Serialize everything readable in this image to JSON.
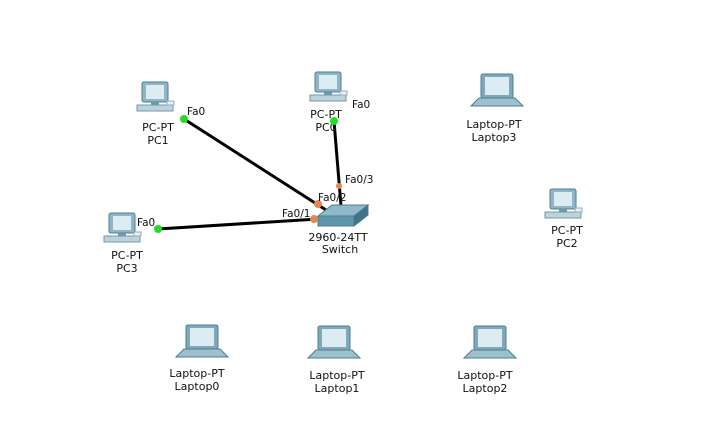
{
  "colors": {
    "link": "#000000",
    "port_up": "#22dd22",
    "port_switch": "#e08850",
    "device": "#6fa3b8"
  },
  "devices": {
    "pc1": {
      "model": "PC-PT",
      "name": "PC1",
      "port": "Fa0"
    },
    "pc0": {
      "model": "PC-PT",
      "name": "PC0",
      "port": "Fa0"
    },
    "pc3": {
      "model": "PC-PT",
      "name": "PC3",
      "port": "Fa0"
    },
    "pc2": {
      "model": "PC-PT",
      "name": "PC2"
    },
    "laptop3": {
      "model": "Laptop-PT",
      "name": "Laptop3"
    },
    "laptop0": {
      "model": "Laptop-PT",
      "name": "Laptop0"
    },
    "laptop1": {
      "model": "Laptop-PT",
      "name": "Laptop1"
    },
    "laptop2": {
      "model": "Laptop-PT",
      "name": "Laptop2"
    },
    "switch": {
      "model": "2960-24TT",
      "name": "Switch",
      "ports": [
        "Fa0/1",
        "Fa0/2",
        "Fa0/3"
      ]
    }
  }
}
